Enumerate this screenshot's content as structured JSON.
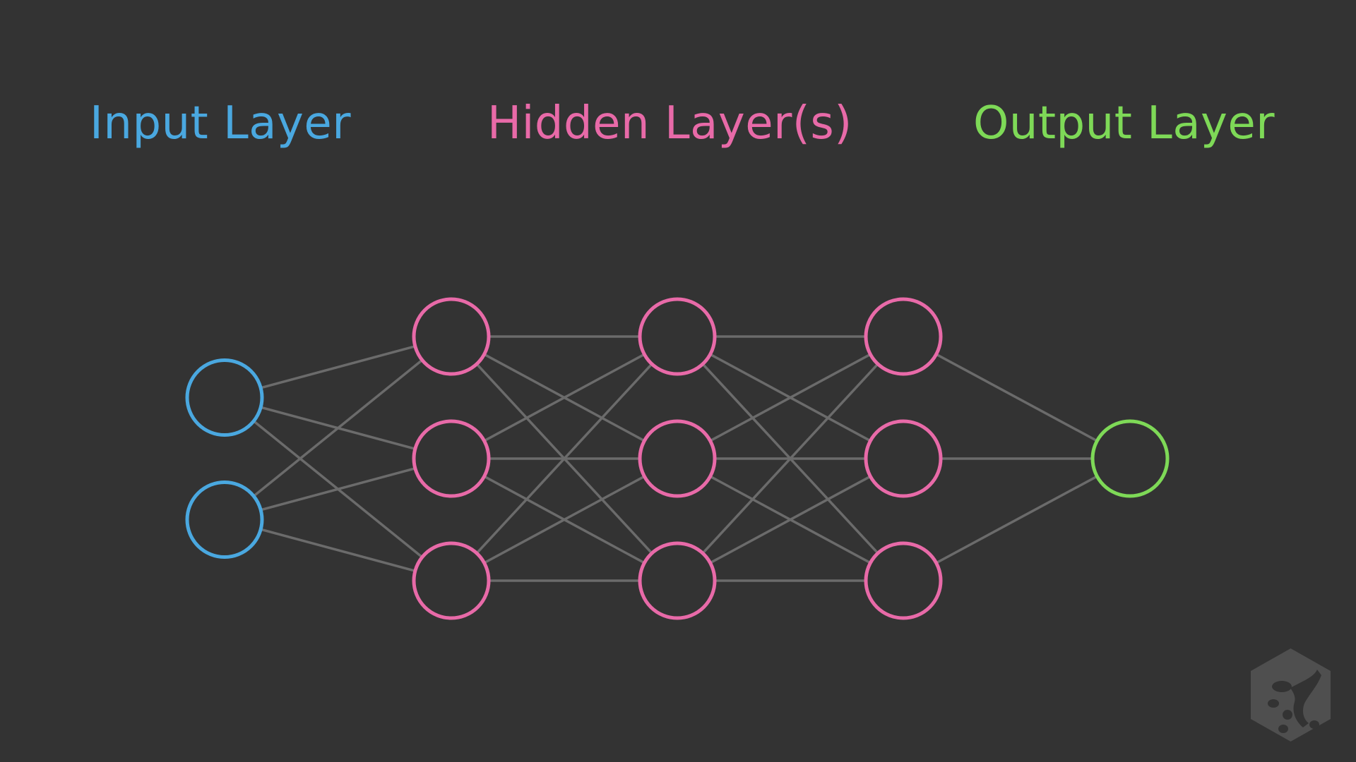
{
  "labels": {
    "input": "Input Layer",
    "hidden": "Hidden Layer(s)",
    "output": "Output Layer"
  },
  "colors": {
    "background": "#333333",
    "input": "#4aa8e0",
    "hidden": "#e86aa8",
    "output": "#7ed957",
    "edge": "#6b6b6b",
    "logo": "#4f4f4f"
  },
  "network": {
    "layers": [
      {
        "kind": "input",
        "nodes": 2
      },
      {
        "kind": "hidden",
        "nodes": 3
      },
      {
        "kind": "hidden",
        "nodes": 3
      },
      {
        "kind": "hidden",
        "nodes": 3
      },
      {
        "kind": "output",
        "nodes": 1
      }
    ],
    "fully_connected": true
  },
  "icons": {
    "logo": "frog-hexagon-logo-icon"
  }
}
